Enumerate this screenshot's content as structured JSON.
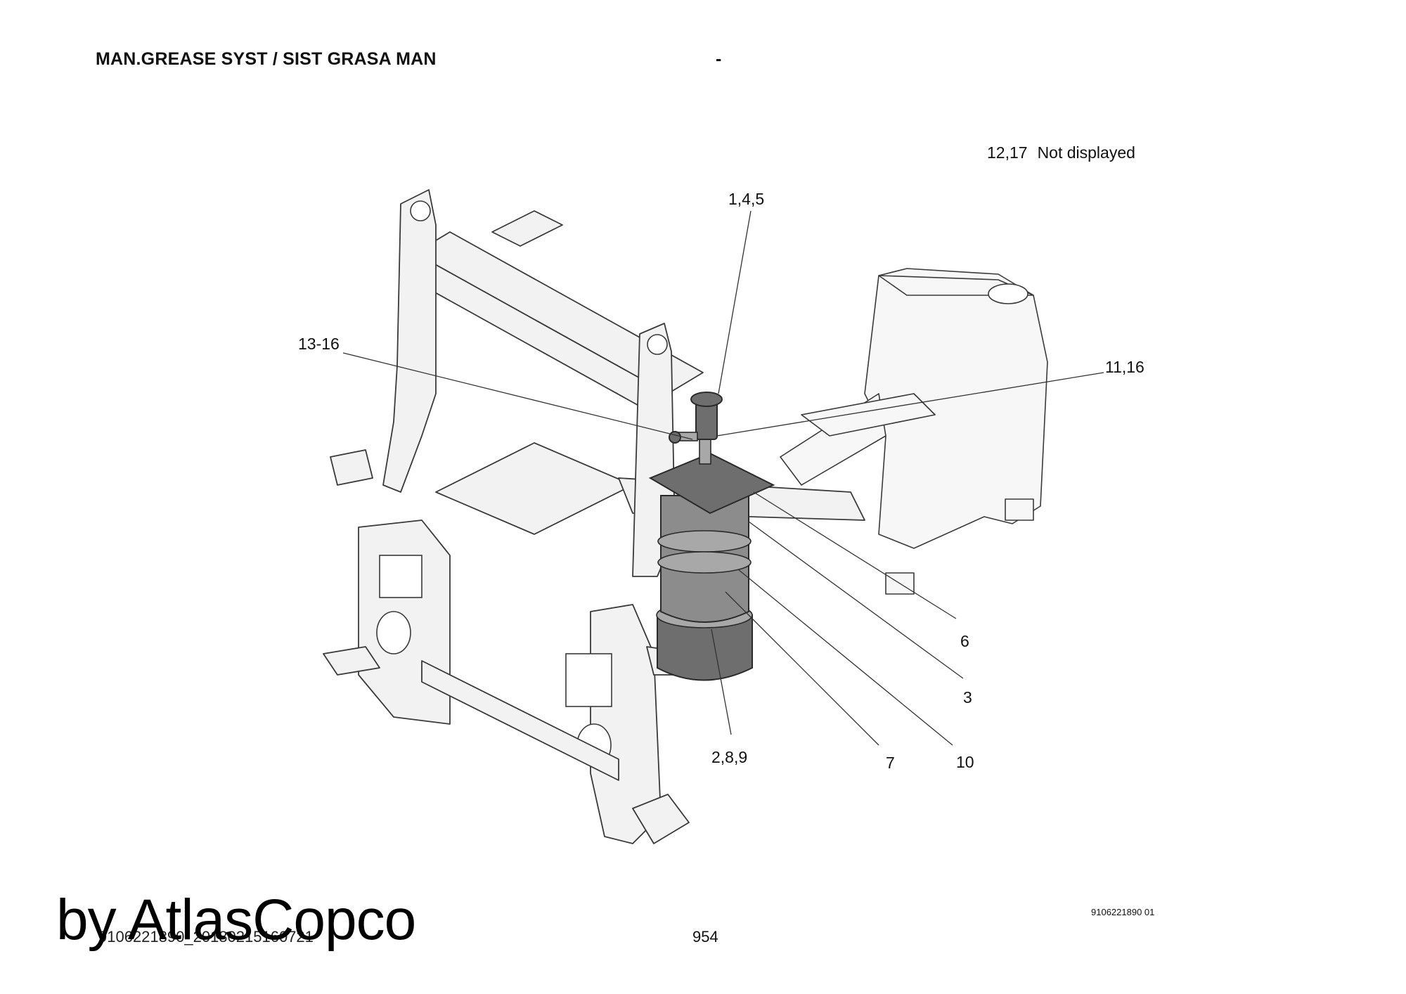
{
  "header": {
    "title": "MAN.GREASE SYST / SIST GRASA MAN",
    "dash": "-"
  },
  "note": {
    "items": "12,17",
    "text": "Not displayed"
  },
  "callouts": [
    {
      "id": "c-145",
      "label": "1,4,5"
    },
    {
      "id": "c-1316",
      "label": "13-16"
    },
    {
      "id": "c-1116",
      "label": "11,16"
    },
    {
      "id": "c-6",
      "label": "6"
    },
    {
      "id": "c-3",
      "label": "3"
    },
    {
      "id": "c-7",
      "label": "7"
    },
    {
      "id": "c-10",
      "label": "10"
    },
    {
      "id": "c-289",
      "label": "2,8,9"
    }
  ],
  "footer": {
    "drawing_code": "9106221890 01",
    "page_number": "954",
    "document_id": "9106221890_20180215160721",
    "watermark": "by AtlasCopco"
  }
}
